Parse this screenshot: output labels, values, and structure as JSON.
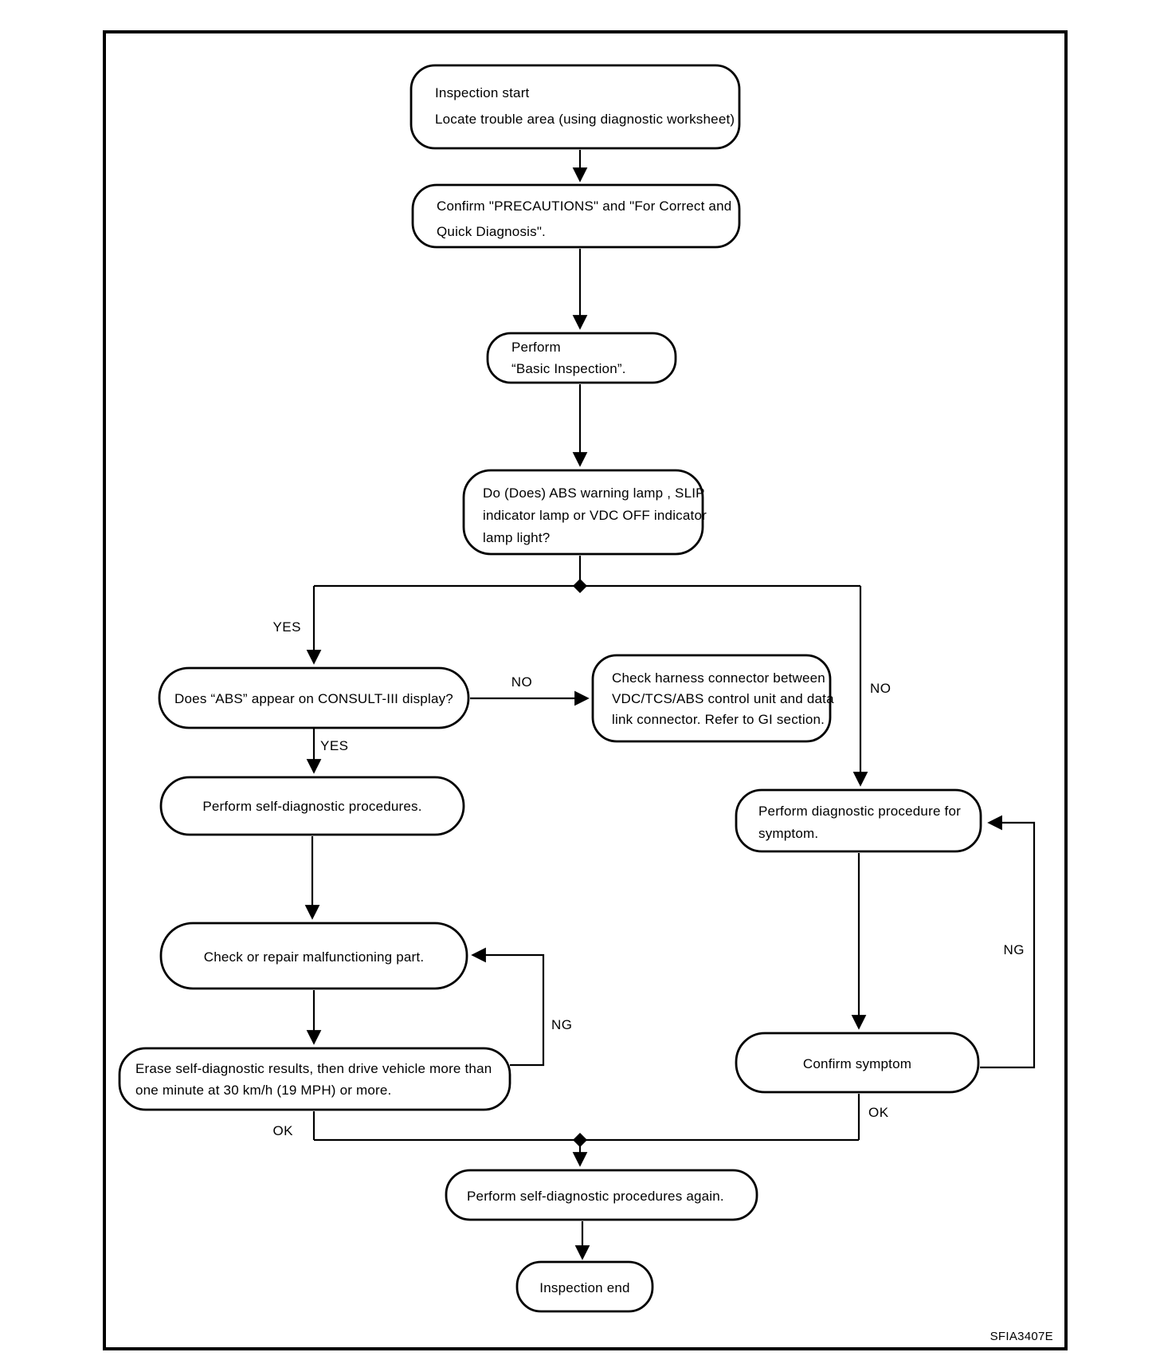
{
  "figure_code": "SFIA3407E",
  "nodes": {
    "inspection_start": {
      "lines": [
        "Inspection start",
        "Locate trouble area (using diagnostic worksheet)"
      ]
    },
    "confirm_precautions": {
      "lines": [
        "Confirm \"PRECAUTIONS\" and \"For Correct and",
        "Quick Diagnosis\"."
      ]
    },
    "basic_inspection": {
      "lines": [
        "Perform",
        "“Basic Inspection”."
      ]
    },
    "lamp_light_question": {
      "lines": [
        "Do (Does) ABS warning lamp , SLIP",
        "indicator lamp or VDC OFF indicator",
        "lamp light?"
      ]
    },
    "consult_display_question": {
      "lines": [
        "Does “ABS” appear on CONSULT-III display?"
      ]
    },
    "check_harness": {
      "lines": [
        "Check harness connector between",
        "VDC/TCS/ABS control unit and data",
        "link connector. Refer to GI section."
      ]
    },
    "self_diagnostic": {
      "lines": [
        "Perform self-diagnostic procedures."
      ]
    },
    "diagnostic_for_symptom": {
      "lines": [
        "Perform diagnostic procedure for",
        "symptom."
      ]
    },
    "check_repair": {
      "lines": [
        "Check or repair malfunctioning part."
      ]
    },
    "erase_results": {
      "lines": [
        "Erase self-diagnostic results, then drive vehicle more than",
        "one minute at 30 km/h (19 MPH) or more."
      ]
    },
    "confirm_symptom": {
      "lines": [
        "Confirm symptom"
      ]
    },
    "self_diagnostic_again": {
      "lines": [
        "Perform self-diagnostic procedures again."
      ]
    },
    "inspection_end": {
      "lines": [
        "Inspection end"
      ]
    }
  },
  "edge_labels": {
    "yes_branch": "YES",
    "no_branch": "NO",
    "no_consult": "NO",
    "yes_consult": "YES",
    "ng_left": "NG",
    "ok_left": "OK",
    "ng_right": "NG",
    "ok_right": "OK"
  }
}
